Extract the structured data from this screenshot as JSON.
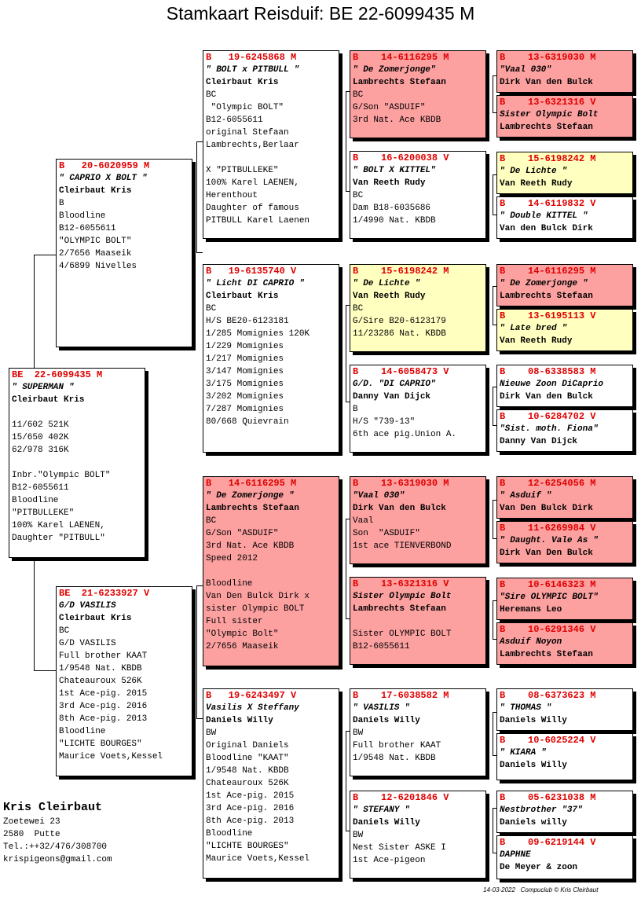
{
  "title": "Stamkaart Reisduif: BE  22-6099435 M",
  "breeder": {
    "name": "Kris Cleirbaut",
    "lines": [
      "Zoetewei 23",
      "2580  Putte",
      "Tel.:++32/476/308700",
      "krispigeons@gmail.com"
    ]
  },
  "footer": "14-03-2022   Compuclub © Kris Cleirbaut",
  "colors": {
    "ring": "#e00000",
    "red_box": "#fca0a0",
    "yellow_box": "#ffffc0"
  },
  "pigeons": [
    {
      "id": "subject",
      "color": "white",
      "ring": "BE  22-6099435 M",
      "name": "\" SUPERMAN \"",
      "owner": "Cleirbaut Kris",
      "lines": [
        "",
        "11/602 521K",
        "15/650 402K",
        "62/978 316K",
        "",
        "Inbr.\"Olympic BOLT\"",
        "B12-6055611",
        "Bloodline",
        "\"PITBULLEKE\"",
        "100% Karel LAENEN,",
        "Daughter \"PITBULL\""
      ]
    },
    {
      "id": "sire",
      "color": "white",
      "ring": "B   20-6020959 M",
      "name": "\" CAPRIO X BOLT \"",
      "owner": "Cleirbaut Kris",
      "lines": [
        "B",
        "Bloodline",
        "B12-6055611",
        "\"OLYMPIC BOLT\"",
        "2/7656 Maaseik",
        "4/6899 Nivelles"
      ]
    },
    {
      "id": "dam",
      "color": "white",
      "ring": "BE  21-6233927 V",
      "name": "G/D VASILIS",
      "owner": "Cleirbaut Kris",
      "lines": [
        "BC",
        "G/D VASILIS",
        "Full brother KAAT",
        "1/9548 Nat. KBDB",
        "Chateauroux 526K",
        "1st Ace-pig. 2015",
        "3rd Ace-pig. 2016",
        "8th Ace-pig. 2013",
        "Bloodline",
        "\"LICHTE BOURGES\"",
        "Maurice Voets,Kessel"
      ]
    },
    {
      "id": "ss",
      "color": "white",
      "ring": "B   19-6245868 M",
      "name": "\" BOLT x PITBULL \"",
      "owner": "Cleirbaut Kris",
      "lines": [
        "BC",
        " \"Olympic BOLT\"",
        "B12-6055611",
        "original Stefaan",
        "Lambrechts,Berlaar",
        "",
        "X \"PITBULLEKE\"",
        "100% Karel LAENEN,",
        "Herenthout",
        "Daughter of famous",
        "PITBULL Karel Laenen"
      ]
    },
    {
      "id": "sd",
      "color": "white",
      "ring": "B   19-6135740 V",
      "name": "\" Licht DI CAPRIO \"",
      "owner": "Cleirbaut Kris",
      "lines": [
        "BC",
        "H/S BE20-6123181",
        "1/285 Momignies 120K",
        "1/229 Momignies",
        "1/217 Momignies",
        "3/147 Momignies",
        "3/175 Momignies",
        "3/202 Momignies",
        "7/287 Momignies",
        "80/668 Quievrain"
      ]
    },
    {
      "id": "ds",
      "color": "red",
      "ring": "B   14-6116295 M",
      "name": "\" De Zomerjonge \"",
      "owner": "Lambrechts Stefaan",
      "lines": [
        "BC",
        "G/Son \"ASDUIF\"",
        "3rd Nat. Ace KBDB",
        "Speed 2012",
        "",
        "Bloodline",
        "Van Den Bulck Dirk x",
        "sister Olympic BOLT",
        "Full sister",
        "\"Olympic Bolt\"",
        "2/7656 Maaseik"
      ]
    },
    {
      "id": "dd",
      "color": "white",
      "ring": "B   19-6243497 V",
      "name": "Vasilis X Steffany",
      "owner": "Daniels Willy",
      "lines": [
        "BW",
        "Original Daniels",
        "Bloodline \"KAAT\"",
        "1/9548 Nat. KBDB",
        "Chateauroux 526K",
        "1st Ace-pig. 2015",
        "3rd Ace-pig. 2016",
        "8th Ace-pig. 2013",
        "Bloodline",
        "\"LICHTE BOURGES\"",
        "Maurice Voets,Kessel"
      ]
    },
    {
      "id": "sss",
      "color": "red",
      "ring": "B    14-6116295 M",
      "name": "\" De Zomerjonge\"",
      "owner": "Lambrechts Stefaan",
      "lines": [
        "BC",
        "G/Son \"ASDUIF\"",
        "3rd Nat. Ace KBDB"
      ]
    },
    {
      "id": "ssd",
      "color": "white",
      "ring": "B    16-6200038 V",
      "name": "\" BOLT X KITTEL\"",
      "owner": "Van Reeth Rudy",
      "lines": [
        "BC",
        "Dam B18-6035686",
        "1/4990 Nat. KBDB"
      ]
    },
    {
      "id": "sds",
      "color": "yellow",
      "ring": "B    15-6198242 M",
      "name": "\" De Lichte \"",
      "owner": "Van Reeth Rudy",
      "lines": [
        "BC",
        "G/Sire B20-6123179",
        "11/23286 Nat. KBDB"
      ]
    },
    {
      "id": "sdd",
      "color": "white",
      "ring": "B    14-6058473 V",
      "name": "G/D. \"DI CAPRIO\"",
      "owner": "Danny Van Dijck",
      "lines": [
        "B",
        "H/S \"739-13\"",
        "6th ace pig.Union A."
      ]
    },
    {
      "id": "dss",
      "color": "red",
      "ring": "B    13-6319030 M",
      "name": "\"Vaal 030\"",
      "owner": "Dirk Van den Bulck",
      "lines": [
        "Vaal",
        "Son  \"ASDUIF\"",
        "1st ace TIENVERBOND"
      ]
    },
    {
      "id": "dsd",
      "color": "red",
      "ring": "B    13-6321316 V",
      "name": "Sister Olympic Bolt",
      "owner": "Lambrechts Stefaan",
      "lines": [
        "",
        "Sister OLYMPIC BOLT",
        "B12-6055611"
      ]
    },
    {
      "id": "dds",
      "color": "white",
      "ring": "B    17-6038582 M",
      "name": "\" VASILIS \"",
      "owner": "Daniels Willy",
      "lines": [
        "BW",
        "Full brother KAAT",
        "1/9548 Nat. KBDB"
      ]
    },
    {
      "id": "ddd",
      "color": "white",
      "ring": "B    12-6201846 V",
      "name": "\" STEFANY \"",
      "owner": "Daniels Willy",
      "lines": [
        "BW",
        "Nest Sister ASKE I",
        "1st Ace-pigeon"
      ]
    },
    {
      "id": "g1",
      "color": "red",
      "ring": "B    13-6319030 M",
      "name": "\"Vaal 030\"",
      "owner": "Dirk Van den Bulck",
      "lines": []
    },
    {
      "id": "g2",
      "color": "red",
      "ring": "B    13-6321316 V",
      "name": "Sister Olympic Bolt",
      "owner": "Lambrechts Stefaan",
      "lines": []
    },
    {
      "id": "g3",
      "color": "yellow",
      "ring": "B    15-6198242 M",
      "name": "\" De Lichte \"",
      "owner": "Van Reeth Rudy",
      "lines": []
    },
    {
      "id": "g4",
      "color": "white",
      "ring": "B    14-6119832 V",
      "name": "\" Double KITTEL \"",
      "owner": "Van den Bulck Dirk",
      "lines": []
    },
    {
      "id": "g5",
      "color": "red",
      "ring": "B    14-6116295 M",
      "name": "\" De Zomerjonge \"",
      "owner": "Lambrechts Stefaan",
      "lines": []
    },
    {
      "id": "g6",
      "color": "yellow",
      "ring": "B    13-6195113 V",
      "name": "\" Late bred \"",
      "owner": "Van Reeth Rudy",
      "lines": []
    },
    {
      "id": "g7",
      "color": "white",
      "ring": "B    08-6338583 M",
      "name": "Nieuwe Zoon DiCaprio",
      "owner": "Dirk Van den Bulck",
      "lines": []
    },
    {
      "id": "g8",
      "color": "white",
      "ring": "B    10-6284702 V",
      "name": "\"Sist. moth. Fiona\"",
      "owner": "Danny Van Dijck",
      "lines": []
    },
    {
      "id": "g9",
      "color": "red",
      "ring": "B    12-6254056 M",
      "name": "\" Asduif \"",
      "owner": "Van Den Bulck Dirk",
      "lines": []
    },
    {
      "id": "g10",
      "color": "red",
      "ring": "B    11-6269984 V",
      "name": "\" Daught. Vale As \"",
      "owner": "Dirk Van Den Bulck",
      "lines": []
    },
    {
      "id": "g11",
      "color": "red",
      "ring": "B    10-6146323 M",
      "name": "\"Sire OLYMPIC BOLT\"",
      "owner": "Heremans Leo",
      "lines": []
    },
    {
      "id": "g12",
      "color": "red",
      "ring": "B    10-6291346 V",
      "name": "Asduif Noyon",
      "owner": "Lambrechts Stefaan",
      "lines": []
    },
    {
      "id": "g13",
      "color": "white",
      "ring": "B    08-6373623 M",
      "name": "\" THOMAS \"",
      "owner": "Daniels Willy",
      "lines": []
    },
    {
      "id": "g14",
      "color": "white",
      "ring": "B    10-6025224 V",
      "name": "\" KIARA \"",
      "owner": "Daniels Willy",
      "lines": []
    },
    {
      "id": "g15",
      "color": "white",
      "ring": "B    05-6231038 M",
      "name": "Nestbrother \"37\"",
      "owner": "Daniels willy",
      "lines": []
    },
    {
      "id": "g16",
      "color": "white",
      "ring": "B    09-6219144 V",
      "name": "DAPHNE",
      "owner": "De Meyer & zoon",
      "lines": []
    }
  ]
}
